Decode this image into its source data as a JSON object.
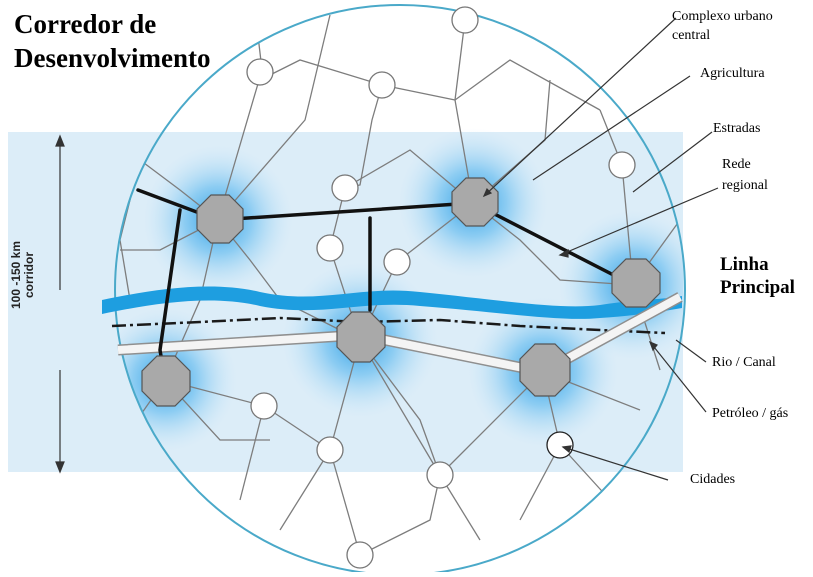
{
  "title": {
    "line1": "Corredor de",
    "line2": "Desenvolvimento"
  },
  "side_label": {
    "line1": "100 -150 km",
    "line2": "corridor"
  },
  "labels": {
    "complexo_line1": "Complexo urbano",
    "complexo_line2": "central",
    "agricultura": "Agricultura",
    "estradas": "Estradas",
    "rede_line1": "Rede",
    "rede_line2": "regional",
    "linha_line1": "Linha",
    "linha_line2": "Principal",
    "rio": "Rio / Canal",
    "petroleo": "Petróleo / gás",
    "cidades": "Cidades"
  },
  "colors": {
    "corridor_band": "#d9ecf8",
    "circle_outline": "#4aa9c9",
    "river": "#1e9ee0",
    "hub_fill": "#a9a9a9",
    "hub_glow": "#3aa6e6",
    "road_thin": "#7a7a7a",
    "regional_network": "#111111"
  }
}
